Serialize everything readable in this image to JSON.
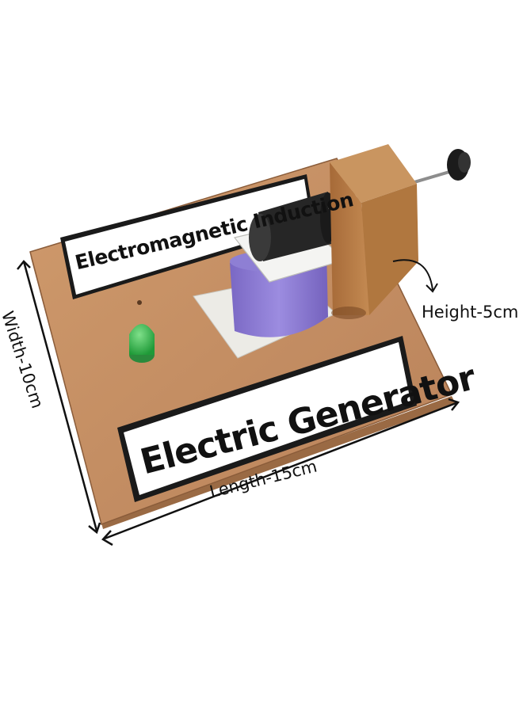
{
  "labels": {
    "sign_top": "Electromagnetic Induction",
    "sign_main": "Electric Generator",
    "height": "Height-5cm",
    "length": "Length-15cm",
    "width": "Width-10cm"
  },
  "colors": {
    "board": "#c48c5f",
    "coil": "#8c7ad0",
    "led": "#33b34a",
    "wood_post": "#b57a44"
  }
}
